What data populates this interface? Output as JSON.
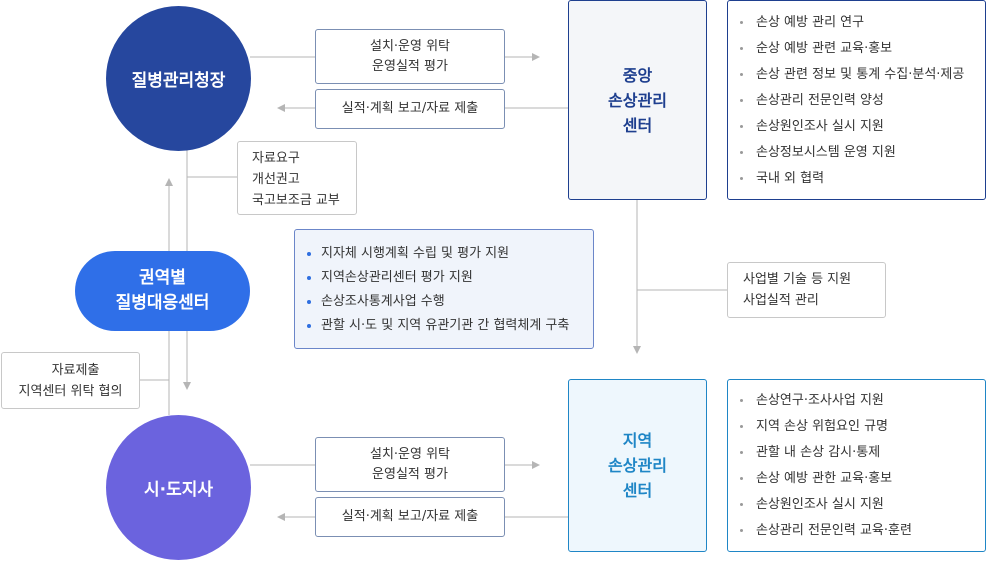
{
  "nodes": {
    "kdca": "질병관리청장",
    "regional_center": [
      "권역별",
      "질병대응센터"
    ],
    "metro_governor": "시·도지사",
    "central_center": [
      "중앙",
      "손상관리",
      "센터"
    ],
    "local_center": [
      "지역",
      "손상관리",
      "센터"
    ]
  },
  "links": {
    "top_delegate": [
      "설치·운영 위탁",
      "운영실적 평가"
    ],
    "top_report": "실적·계획 보고/자료 제출",
    "bottom_delegate": [
      "설치·운영 위탁",
      "운영실적 평가"
    ],
    "bottom_report": "실적·계획 보고/자료 제출",
    "kdca_to_metro": [
      "자료요구",
      "개선권고",
      "국고보조금 교부"
    ],
    "metro_to_kdca": [
      "자료제출",
      "지역센터 위탁 협의"
    ],
    "central_to_local": [
      "사업별 기술 등 지원",
      "사업실적 관리"
    ]
  },
  "central_roles": [
    "손상 예방 관리 연구",
    "순상 예방 관련 교육·홍보",
    "손상 관련 정보 및 통계 수집·분석·제공",
    "손상관리 전문인력 양성",
    "손상원인조사 실시 지원",
    "손상정보시스템 운영 지원",
    "국내 외 협력"
  ],
  "regional_roles": [
    "지자체 시행계획 수립 및 평가 지원",
    "지역손상관리센터 평가 지원",
    "손상조사통계사업 수행",
    "관할 시·도 및 지역 유관기관 간 협력체계 구축"
  ],
  "local_roles": [
    "손상연구·조사사업 지원",
    "지역 손상 위험요인 규명",
    "관할 내 손상 감시·통제",
    "손상 예방 관한 교육·홍보",
    "손상원인조사 실시 지원",
    "손상관리 전문인력 교육·훈련"
  ],
  "colors": {
    "kdca": "#26479e",
    "regional": "#2f6fe8",
    "metro": "#6b63de",
    "central_text": "#1e3f8f",
    "central_bg": "#f4f6f9",
    "local_text": "#1f86c6",
    "local_bg": "#eef7fd"
  }
}
